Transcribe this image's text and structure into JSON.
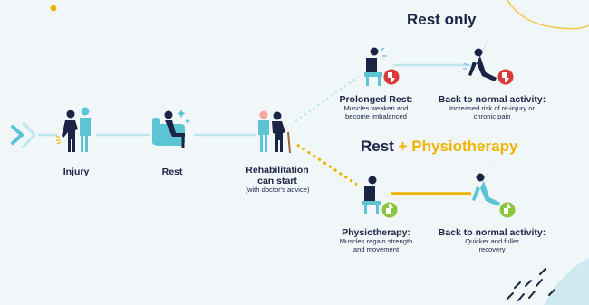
{
  "colors": {
    "background": "#f1f6f9",
    "navy": "#1c2446",
    "teal": "#5cc4d3",
    "light_teal": "#bfe7ee",
    "yellow": "#f0b400",
    "red_badge": "#d93a3a",
    "green_badge": "#8cc63f"
  },
  "headings": {
    "rest_only": "Rest only",
    "rest_prefix": "Rest",
    "plus": "+",
    "physiotherapy": "Physiotherapy"
  },
  "steps": {
    "injury": {
      "title": "Injury",
      "icon": "injured-person-helped-icon"
    },
    "rest": {
      "title": "Rest",
      "icon": "person-resting-armchair-icon"
    },
    "rehab": {
      "title_line1": "Rehabilitation",
      "title_line2": "can start",
      "note": "(with doctor's advice)",
      "icon": "person-with-cane-helped-icon"
    }
  },
  "rest_only_path": {
    "prolonged": {
      "title": "Prolonged Rest:",
      "line1": "Muscles weaken and",
      "line2": "become imbalanced",
      "badge": "thumbs-down-icon"
    },
    "back_normal": {
      "title": "Back to normal activity:",
      "line1": "Increased risk of re-injury or",
      "line2": "chronic pain",
      "badge": "thumbs-down-icon"
    }
  },
  "physio_path": {
    "physio": {
      "title": "Physiotherapy:",
      "line1": "Muscles regain strength",
      "line2": "and movement",
      "badge": "thumbs-up-icon"
    },
    "back_normal": {
      "title": "Back to normal activity:",
      "line1": "Quicker and fuller",
      "line2": "recovery",
      "badge": "thumbs-up-icon"
    }
  }
}
